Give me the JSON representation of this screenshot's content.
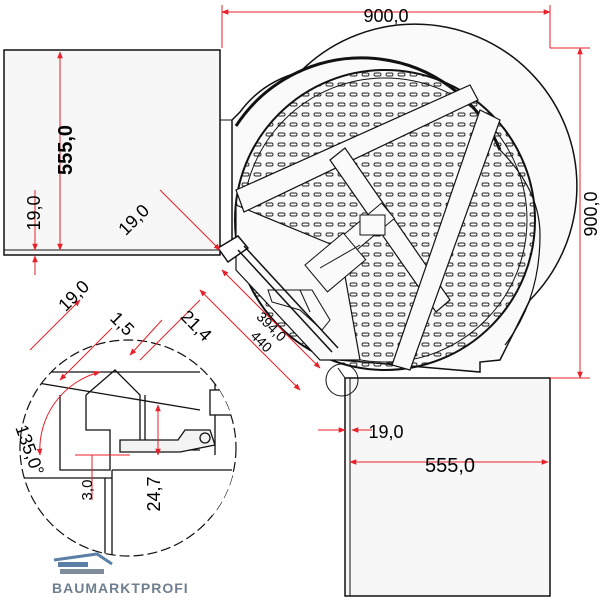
{
  "colors": {
    "dimension": "#e8202a",
    "outline": "#111111",
    "cabinet_fill": "#f2f2f2",
    "logo_blue": "#5b7fa6",
    "logo_grey": "#7f8c99"
  },
  "dimensions": {
    "top_width": "900,0",
    "right_height": "900,0",
    "left_cabinet_depth": "555,0",
    "left_panel": "19,0",
    "diag_panel": "19,0",
    "detail_panel": "19,0",
    "detail_gap": "1,5",
    "detail_offset": "21,4",
    "door_394": "394,0",
    "door_440": "440",
    "angle": "135,0°",
    "detail_3": "3,0",
    "detail_247": "24,7",
    "bottom_panel": "19,0",
    "bottom_cabinet_depth": "555,0"
  },
  "logo": {
    "text": "BAUMARKTPROFI"
  }
}
